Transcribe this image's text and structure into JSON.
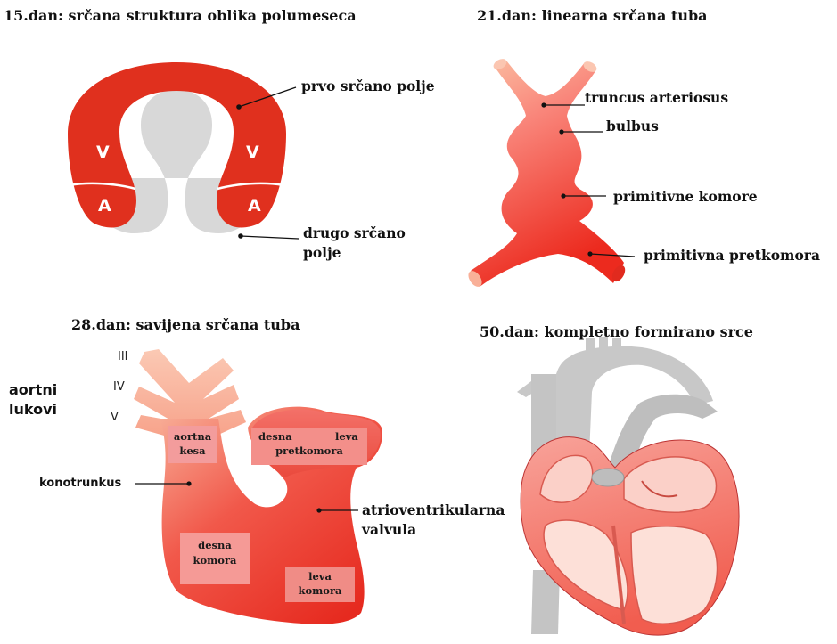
{
  "panels": {
    "day15": {
      "title": "15.dan: srčana struktura oblika polumeseca",
      "labels": {
        "first_field": "prvo srčano polje",
        "second_field_line1": "drugo srčano",
        "second_field_line2": "polje",
        "ventricle_left": "V",
        "ventricle_right": "V",
        "atrium_left": "A",
        "atrium_right": "A"
      }
    },
    "day21": {
      "title": "21.dan: linearna srčana tuba",
      "labels": {
        "truncus": "truncus arteriosus",
        "bulbus": "bulbus",
        "ventricles": "primitivne komore",
        "atrium": "primitivna pretkomora"
      }
    },
    "day28": {
      "title": "28.dan: savijena srčana tuba",
      "labels": {
        "arch_iii": "III",
        "arch_iv": "IV",
        "arch_v": "V",
        "arches_line1": "aortni",
        "arches_line2": "lukovi",
        "aortic_sac_line1": "aortna",
        "aortic_sac_line2": "kesa",
        "conotruncus": "konotrunkus",
        "right_atrium": "desna",
        "left_atrium": "leva",
        "atria": "pretkomora",
        "av_valve_line1": "atrioventrikularna",
        "av_valve_line2": "valvula",
        "right_ventricle_line1": "desna",
        "right_ventricle_line2": "komora",
        "left_ventricle_line1": "leva",
        "left_ventricle_line2": "komora"
      }
    },
    "day50": {
      "title": "50.dan: kompletno formirano srce"
    }
  },
  "colors": {
    "heart_red": "#e0301e",
    "second_field_gray": "#d9d9d9",
    "tube_light": "#f9ad8f",
    "tube_mid": "#f56a4e",
    "tube_dark": "#e8271e",
    "box_pink": "#f4a0a0",
    "vessel_gray": "#c9c9c9",
    "line_black": "#111111"
  }
}
